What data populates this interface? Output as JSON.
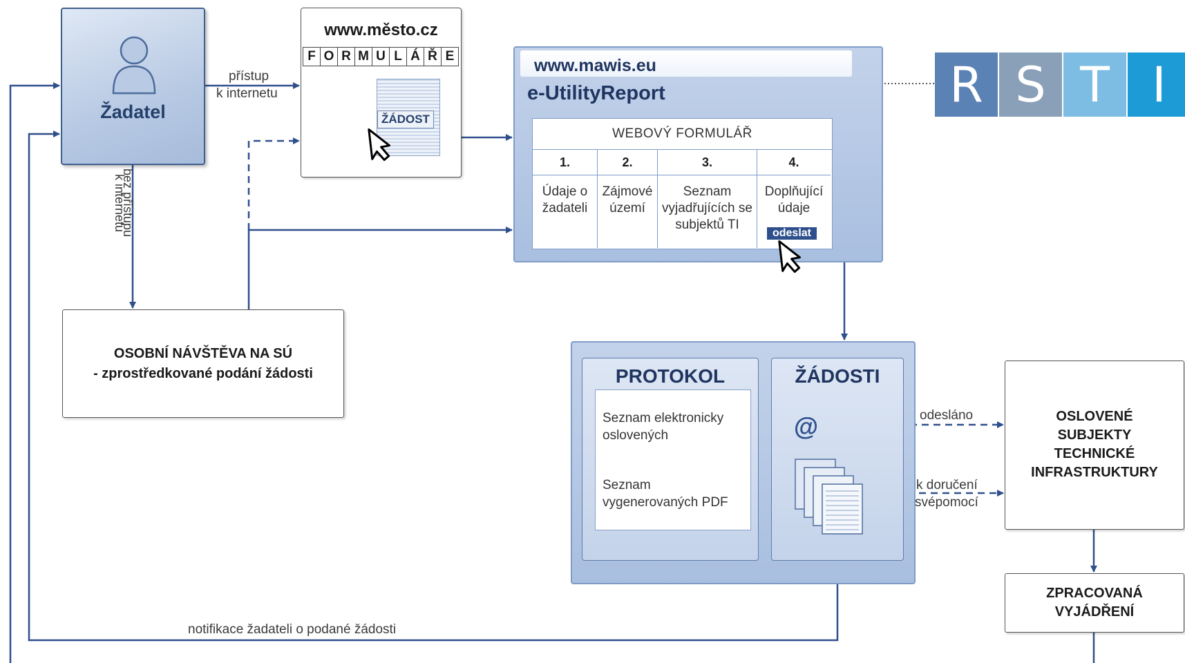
{
  "applicant": {
    "title": "Žadatel"
  },
  "labels": {
    "internet_access_1": "přístup",
    "internet_access_2": "k internetu",
    "no_internet_1": "bez přístupu",
    "no_internet_2": "k internetu",
    "notification": "notifikace žadateli o podané žádosti",
    "sent": "odesláno",
    "delivery_1": "k doručení",
    "delivery_2": "svépomocí"
  },
  "mesto": {
    "url": "www.město.cz",
    "letters": [
      "F",
      "O",
      "R",
      "M",
      "U",
      "L",
      "Á",
      "Ř",
      "E"
    ],
    "request_label": "ŽÁDOST"
  },
  "mawis": {
    "url": "www.mawis.eu",
    "brand": "e-UtilityReport",
    "form_title": "WEBOVÝ FORMULÁŘ",
    "columns": [
      {
        "num": "1.",
        "text": "Údaje o žadateli"
      },
      {
        "num": "2.",
        "text": "Zájmové území"
      },
      {
        "num": "3.",
        "text": "Seznam vyjadřujících se subjektů TI"
      },
      {
        "num": "4.",
        "text": "Doplňující údaje"
      }
    ],
    "send_button": "odeslat"
  },
  "rsti": {
    "letters": [
      "R",
      "S",
      "T",
      "I"
    ],
    "colors": [
      "#5b82b5",
      "#8aa0b9",
      "#7ebde3",
      "#1d9bd7"
    ]
  },
  "visit": {
    "line1": "OSOBNÍ NÁVŠTĚVA NA SÚ",
    "line2": "- zprostředkované podání žádosti"
  },
  "output": {
    "protocol_title": "PROTOKOL",
    "protocol_item_1": "Seznam elektronicky oslovených",
    "protocol_item_2": "Seznam vygenerovaných PDF",
    "requests_title": "ŽÁDOSTI",
    "email_symbol": "@"
  },
  "subjects": {
    "title": "OSLOVENÉ SUBJEKTY TECHNICKÉ INFRASTRUKTURY"
  },
  "processed": {
    "title": "ZPRACOVANÁ VYJÁDŘENÍ"
  },
  "colors": {
    "line": "#2e4f8c",
    "panel": "#b3c6e4",
    "accent": "#243f6b"
  }
}
